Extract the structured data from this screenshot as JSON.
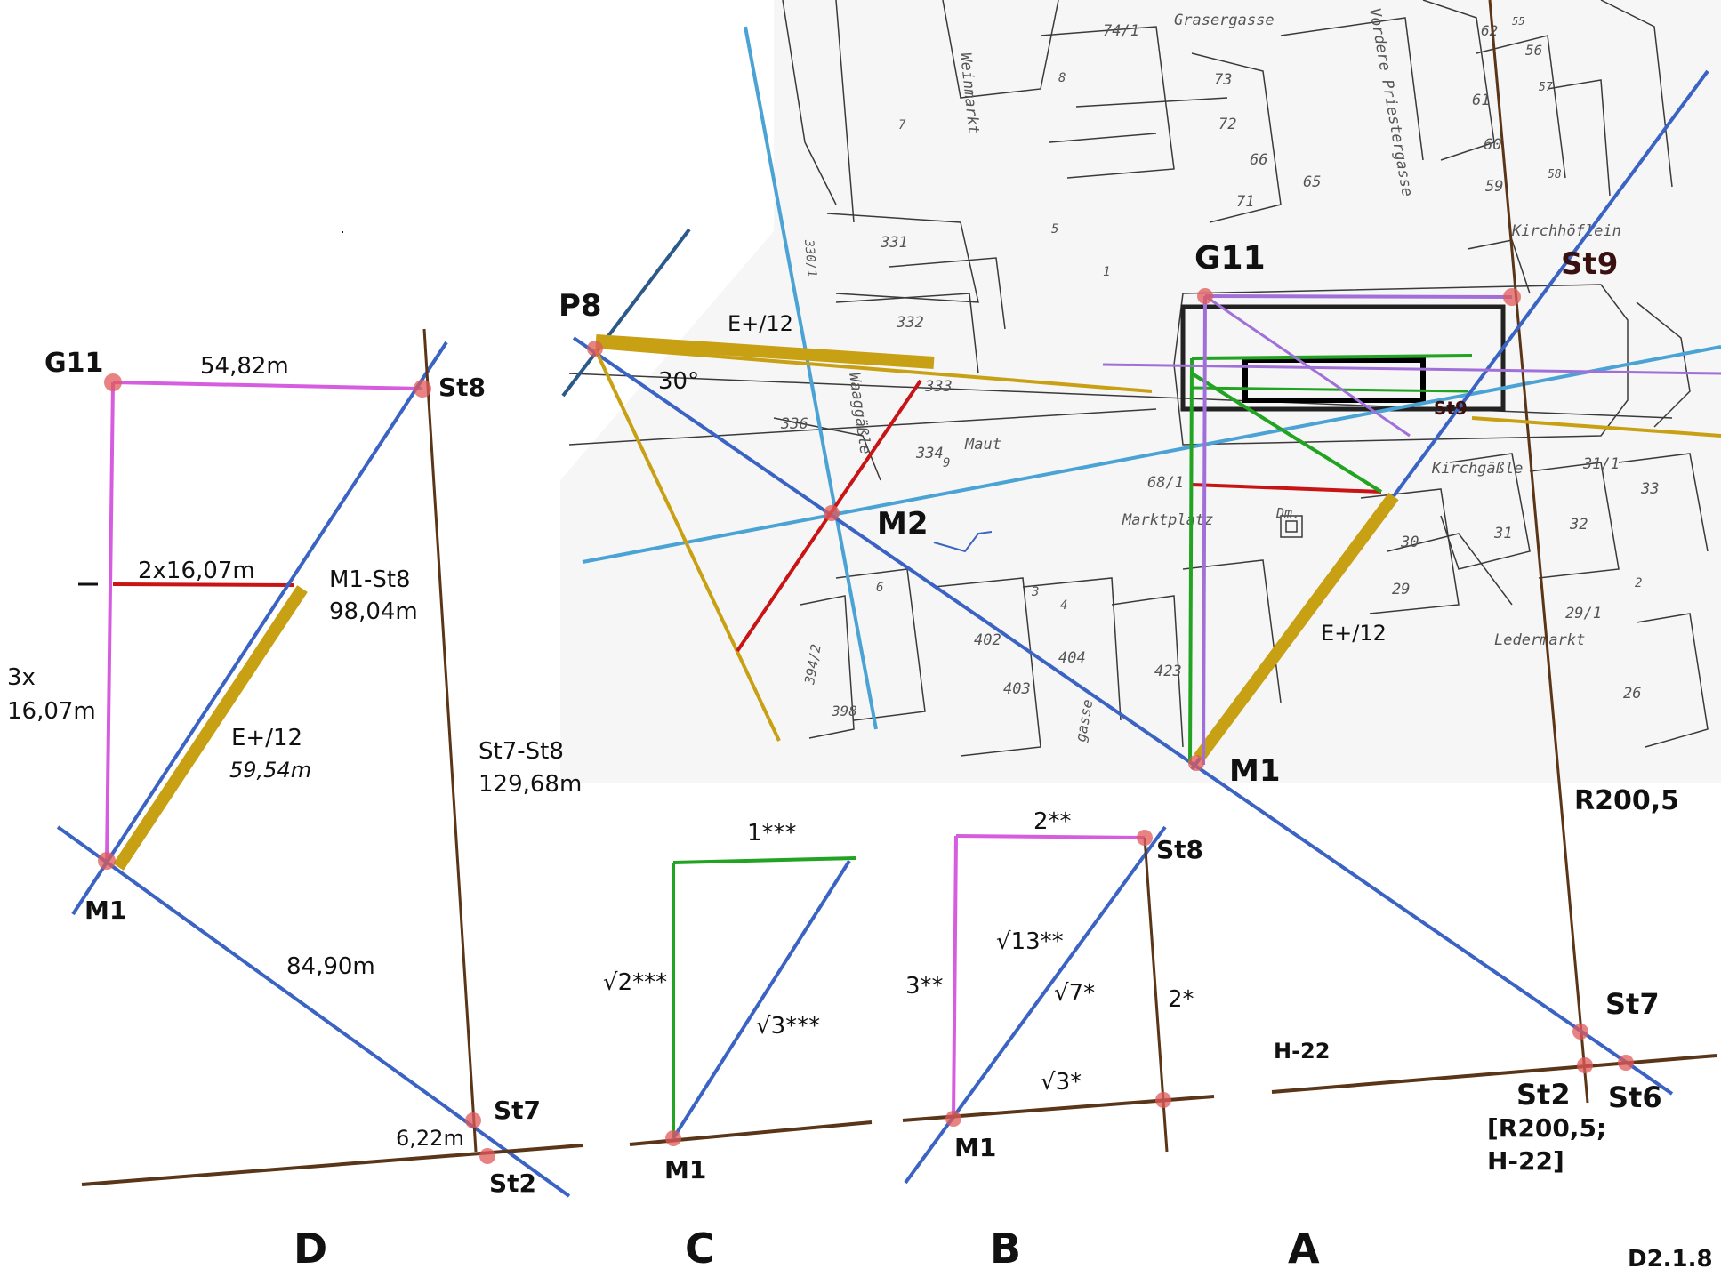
{
  "colors": {
    "blue": "#3a63c4",
    "lightblue": "#4aa3d4",
    "brown": "#5a3518",
    "magenta": "#d65ce0",
    "red": "#c81414",
    "gold": "#c8a014",
    "green": "#22a322",
    "purple": "#a070d8",
    "navy": "#2b5a8a",
    "dot": "#e05a5a"
  },
  "panels": {
    "D": "D",
    "C": "C",
    "B": "B",
    "A": "A"
  },
  "figure_id": "D2.1.8",
  "panel_d": {
    "g11": "G11",
    "st8": "St8",
    "m1": "M1",
    "st7": "St7",
    "st2": "St2",
    "dist_g11_st8": "54,82m",
    "dist_2x": "2x16,07m",
    "dist_3x_a": "3x",
    "dist_3x_b": "16,07m",
    "m1_st8_a": "M1-St8",
    "m1_st8_b": "98,04m",
    "e12_a": "E+/12",
    "e12_b": "59,54m",
    "st7_st8_a": "St7-St8",
    "st7_st8_b": "129,68m",
    "dist_m1_st7": "84,90m",
    "dist_st7_st2": "6,22m",
    "dash": "–"
  },
  "panel_c": {
    "top": "1***",
    "left": "√2***",
    "diag": "√3***",
    "m1": "M1"
  },
  "panel_b": {
    "top": "2**",
    "left": "3**",
    "diag13": "√13**",
    "diag7": "√7*",
    "right": "2*",
    "bottom": "√3*",
    "st8": "St8",
    "m1": "M1"
  },
  "panel_a": {
    "h22": "H-22",
    "st7": "St7",
    "st2": "St2",
    "st6": "St6",
    "note_a": "[R200,5;",
    "note_b": "H-22]"
  },
  "map": {
    "p8": "P8",
    "g11": "G11",
    "st9": "St9",
    "st9_small": "St9",
    "m2": "M2",
    "m1": "M1",
    "r200": "R200,5",
    "e12_top": "E+/12",
    "e12_right": "E+/12",
    "angle": "30°",
    "streets": {
      "grasergasse": "Grasergasse",
      "weinmarkt": "Weinmarkt",
      "priestergasse": "Vordere Priestergasse",
      "kirchhoflein": "Kirchhöflein",
      "waaggassle": "Waaggäßle",
      "maut": "Maut",
      "marktplatz": "Marktplatz",
      "kirchgassle": "Kirchgäßle",
      "ledermarkt": "Ledermarkt",
      "dm": "Dm.",
      "gasse": "gasse"
    },
    "parcels": [
      "74/1",
      "73",
      "72",
      "71",
      "66",
      "65",
      "62",
      "61",
      "60",
      "59",
      "58",
      "56",
      "57",
      "55",
      "331",
      "332",
      "336",
      "334",
      "333",
      "330/1",
      "68/1",
      "30",
      "31",
      "32",
      "33",
      "29",
      "29/1",
      "31/1",
      "26",
      "402",
      "404",
      "403",
      "423",
      "394/2",
      "398",
      "3",
      "4",
      "5",
      "7",
      "8",
      "9",
      "6",
      "2",
      "1"
    ]
  }
}
